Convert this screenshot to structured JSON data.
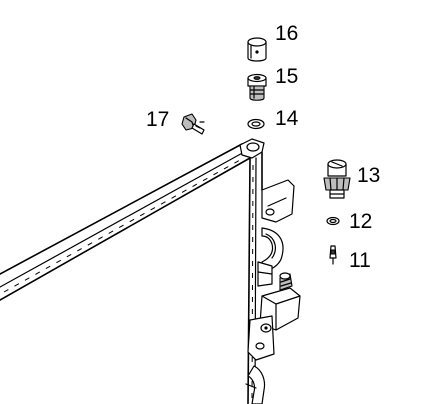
{
  "callouts": {
    "c11": "11",
    "c12": "12",
    "c13": "13",
    "c14": "14",
    "c15": "15",
    "c16": "16",
    "c17": "17"
  }
}
